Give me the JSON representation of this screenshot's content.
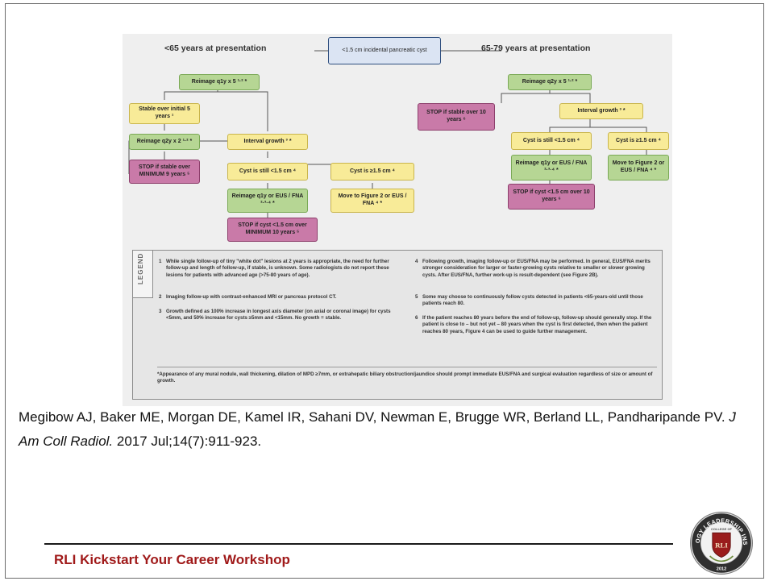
{
  "flowchart": {
    "root": "<1.5 cm incidental pancreatic cyst",
    "left_title": "<65 years at presentation",
    "right_title": "65-79 years at presentation",
    "left": {
      "reimage_q1y": "Reimage q1y x 5 ¹·² *",
      "stable_5y": "Stable over initial 5 years ¹",
      "reimage_q2y": "Reimage q2y x 2 ¹·² *",
      "stop_9y": "STOP if stable over MINIMUM 9 years ⁵",
      "interval_growth": "Interval growth ³ *",
      "still_small": "Cyst is still <1.5 cm ⁴",
      "ge_15": "Cyst is ≥1.5 cm ⁴",
      "reimage_q1y_or_fna": "Reimage q1y or EUS / FNA ²·³·⁴ *",
      "move_fig2": "Move to Figure 2 or EUS / FNA ⁴ *",
      "stop_10y": "STOP if cyst <1.5 cm over MINIMUM 10 years ⁵"
    },
    "right": {
      "reimage_q2y": "Reimage q2y x 5 ¹·² *",
      "stop_10y_stable": "STOP if stable over 10 years ⁶",
      "interval_growth": "Interval growth ³ *",
      "still_small": "Cyst is still <1.5 cm ⁴",
      "ge_15": "Cyst is ≥1.5 cm ⁴",
      "reimage_q1y_or_fna": "Reimage q1y or EUS / FNA ²·³·⁴ *",
      "move_fig2": "Move to Figure 2 or EUS / FNA ⁴ *",
      "stop_10y": "STOP if cyst <1.5 cm over 10 years ⁶"
    }
  },
  "legend": {
    "tab": "LEGEND",
    "notes": [
      {
        "num": "1",
        "text": "While single follow-up of tiny \"white dot\" lesions at 2 years is appropriate, the need for further follow-up and length of follow-up, if stable, is unknown. Some radiologists do not report these lesions for patients with advanced age (>75-80 years of age)."
      },
      {
        "num": "2",
        "text": "Imaging follow-up with contrast-enhanced MRI or pancreas protocol CT."
      },
      {
        "num": "3",
        "text": "Growth defined as 100% increase in longest axis diameter (on axial or coronal image) for cysts <5mm, and 50% increase for cysts ≥5mm and <15mm. No growth = stable."
      },
      {
        "num": "4",
        "text": "Following growth, imaging follow-up or EUS/FNA may be performed. In general, EUS/FNA merits stronger consideration for larger or faster-growing cysts relative to smaller or slower growing cysts. After EUS/FNA, further work-up is result-dependent (see Figure 2B)."
      },
      {
        "num": "5",
        "text": "Some may choose to continuously follow cysts detected in patients <65-years-old until those patients reach 80."
      },
      {
        "num": "6",
        "text": "If the patient reaches 80 years before the end of follow-up, follow-up should generally stop. If the patient is close to – but not yet – 80 years when the cyst is first detected, then when the patient reaches 80 years, Figure 4 can be used to guide further management."
      }
    ],
    "footnote": "*Appearance of any mural nodule, wall thickening, dilation of MPD ≥7mm, or extrahepatic biliary obstruction/jaundice should prompt immediate EUS/FNA and surgical evaluation regardless of size or amount of growth."
  },
  "citation": {
    "authors": "Megibow AJ, Baker ME, Morgan DE, Kamel IR, Sahani DV, Newman E, Brugge WR, Berland LL, Pandharipande PV.",
    "journal": "J Am Coll Radiol.",
    "details": "2017 Jul;14(7):911-923."
  },
  "footer": {
    "workshop": "RLI Kickstart Your Career Workshop",
    "seal_text": "RADIOLOGY LEADERSHIP INSTITUTE",
    "seal_year": "2012",
    "seal_initials": "RLI",
    "seal_college": "COLLEGE OF"
  },
  "colors": {
    "green": "#b6d694",
    "yellow": "#f8eb98",
    "pink": "#c97aa8",
    "blue": "#dbe4f3",
    "workshop_red": "#a01a1a",
    "seal_red": "#9a1c1c"
  }
}
